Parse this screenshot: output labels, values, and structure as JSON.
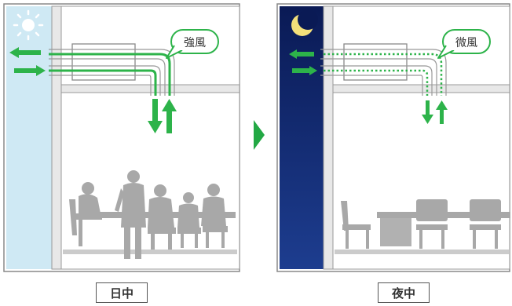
{
  "day_panel": {
    "caption": "日中",
    "wind_label": "強風",
    "sky_color": "#cfe9f4",
    "sky_icon": "sun-icon"
  },
  "night_panel": {
    "caption": "夜中",
    "wind_label": "微風",
    "sky_color": "#0a1a55",
    "sky_icon": "moon-icon"
  },
  "colors": {
    "airflow_green": "#2db34a",
    "furniture_gray": "#a8a8a8",
    "transition_arrow": "#22a844"
  }
}
